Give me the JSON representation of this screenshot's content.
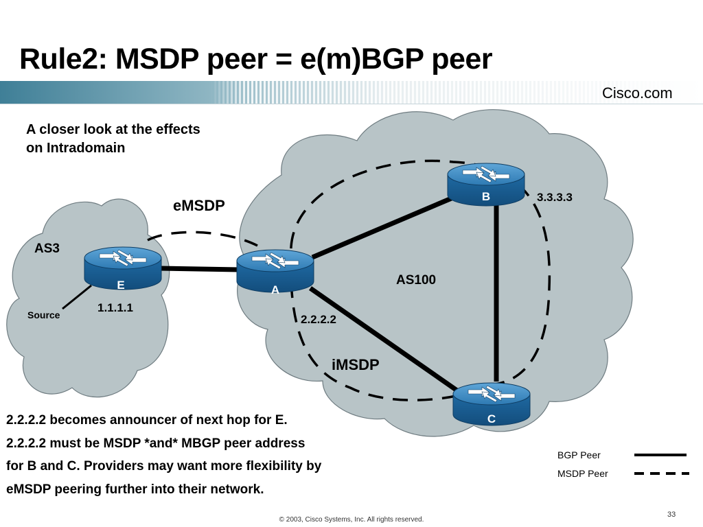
{
  "slide": {
    "title": "Rule2: MSDP peer = e(m)BGP peer",
    "brand": "Cisco.com",
    "subtitle_line1": "A closer look at the effects",
    "subtitle_line2": "on Intradomain",
    "page_number": "33",
    "footer": "© 2003, Cisco Systems, Inc. All rights reserved."
  },
  "diagram": {
    "domains": {
      "left": "AS3",
      "right": "AS100"
    },
    "routers": {
      "a": "A",
      "b": "B",
      "c": "C",
      "e": "E"
    },
    "addresses": {
      "e": "1.1.1.1",
      "a": "2.2.2.2",
      "b": "3.3.3.3"
    },
    "source_label": "Source",
    "emsdp_label": "eMSDP",
    "imsdp_label": "iMSDP"
  },
  "notes": [
    "2.2.2.2 becomes announcer of next hop for E.",
    "2.2.2.2 must be MSDP *and* MBGP peer address",
    "for B and C. Providers may want more flexibility by",
    "eMSDP peering further into their network."
  ],
  "legend": {
    "bgp_peer": "BGP Peer",
    "msdp_peer": "MSDP Peer"
  },
  "colors": {
    "cloud_fill": "#b8c4c7",
    "router_blue": "#2e7ab3",
    "router_dark": "#16598c"
  }
}
